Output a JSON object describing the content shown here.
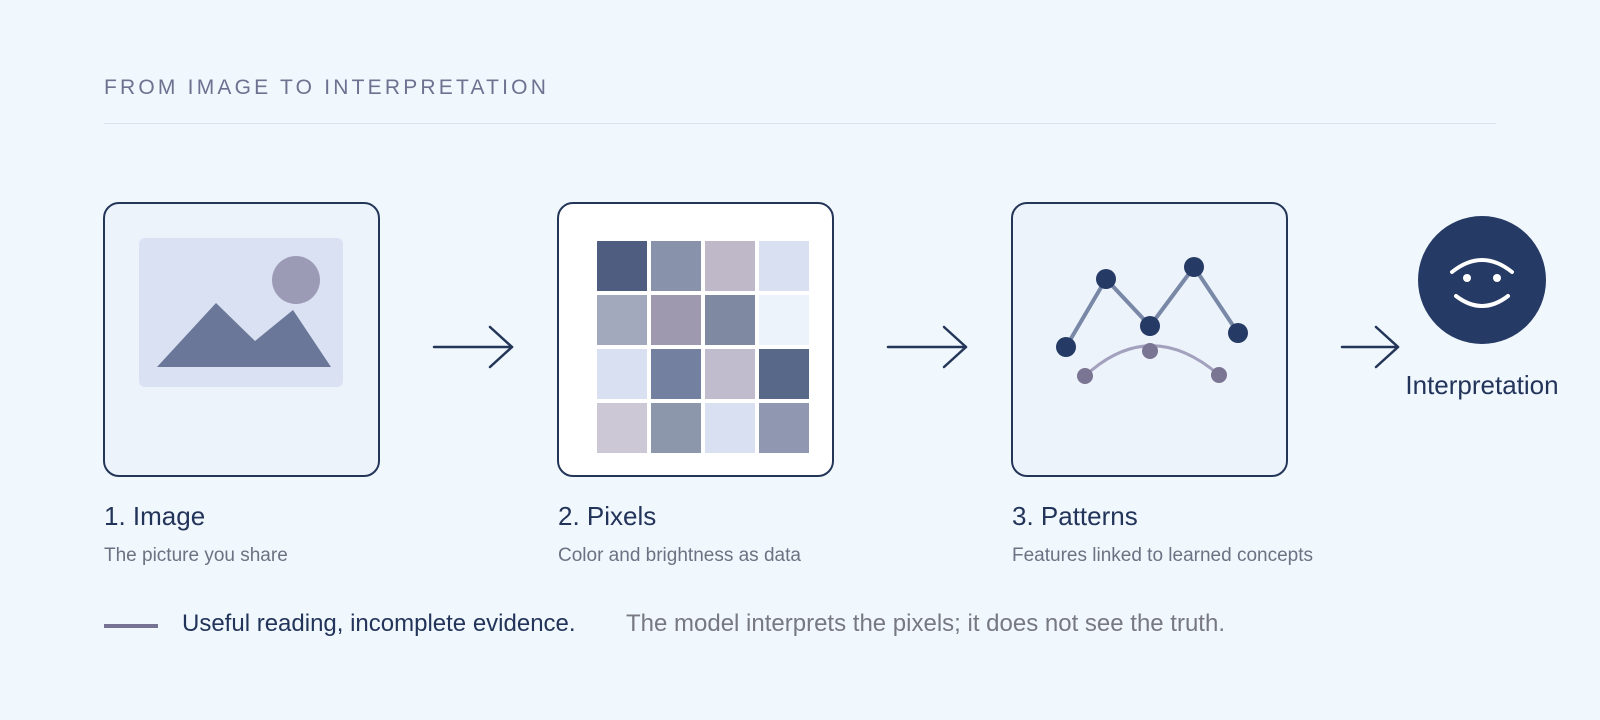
{
  "header": {
    "title": "FROM IMAGE TO INTERPRETATION"
  },
  "steps": [
    {
      "title": "1. Image",
      "subtitle": "The picture you share"
    },
    {
      "title": "2. Pixels",
      "subtitle": "Color and brightness as data"
    },
    {
      "title": "3. Patterns",
      "subtitle": "Features linked to learned concepts"
    }
  ],
  "result": {
    "label": "Interpretation",
    "icon": "face-icon"
  },
  "footer": {
    "emphasis": "Useful reading, incomplete evidence.",
    "note": "The model interprets the pixels; it does not see the truth."
  },
  "colors": {
    "background": "#f0f7fd",
    "navy": "#253a64",
    "muted_text": "#6e7182",
    "accent_line": "#777392"
  },
  "pixel_grid_colors": [
    [
      "#4f5e80",
      "#8892ab",
      "#beb8c9",
      "#d8e0f1"
    ],
    [
      "#a2a9bd",
      "#9e99af",
      "#8089a2",
      "#edf3fb"
    ],
    [
      "#d8e0f1",
      "#73809f",
      "#c0bccd",
      "#586888"
    ],
    [
      "#ccc8d6",
      "#8d97ab",
      "#d8e0f1",
      "#8f98b0"
    ]
  ]
}
